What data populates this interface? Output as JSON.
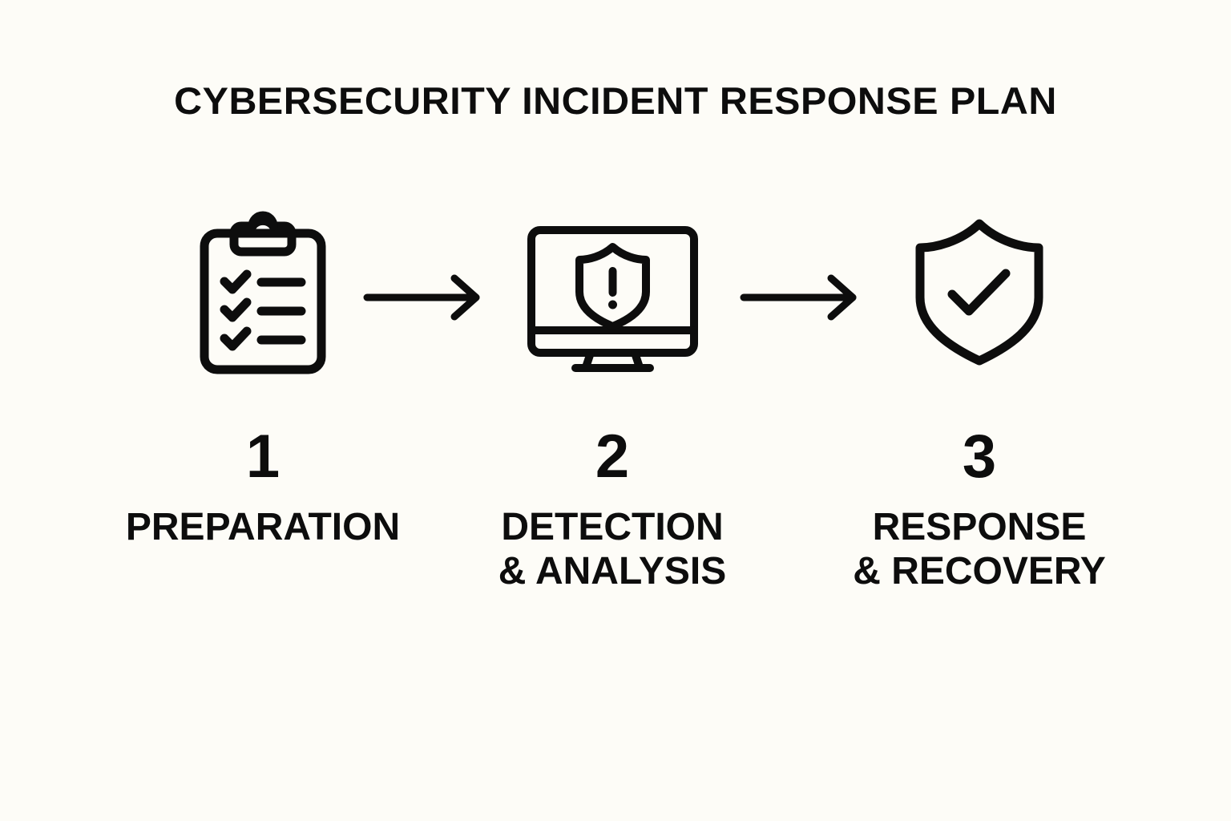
{
  "page": {
    "title": "CYBERSECURITY INCIDENT RESPONSE PLAN",
    "background_color": "#FDFCF7",
    "ink_color": "#0D0D0D"
  },
  "steps": [
    {
      "number": "1",
      "label": "PREPARATION",
      "icon": "clipboard-checklist-icon"
    },
    {
      "number": "2",
      "label": "DETECTION\n& ANALYSIS",
      "icon": "monitor-shield-alert-icon"
    },
    {
      "number": "3",
      "label": "RESPONSE\n& RECOVERY",
      "icon": "shield-check-icon"
    }
  ],
  "connectors": [
    {
      "name": "arrow-right-icon-1"
    },
    {
      "name": "arrow-right-icon-2"
    }
  ]
}
